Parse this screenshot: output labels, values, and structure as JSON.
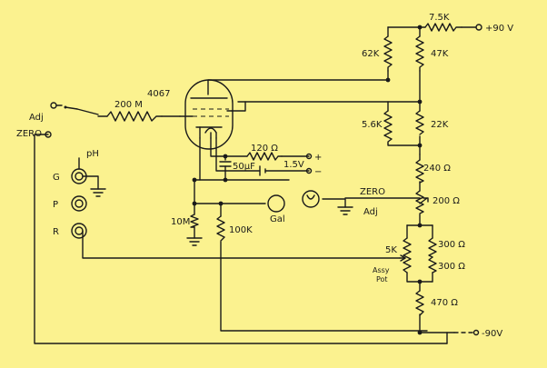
{
  "labels": {
    "supply_pos": "+90 V",
    "supply_neg": "-90V",
    "r_7_5k": "7.5K",
    "r_62k": "62K",
    "r_47k": "47K",
    "tube": "4067",
    "r_5_6k": "5.6K",
    "r_22k": "22K",
    "adj_top": "Adj",
    "zero_left": "ZERO",
    "r_200m": "200 M",
    "ph": "pH",
    "g": "G",
    "p": "P",
    "r": "R",
    "r_120": "120 Ω",
    "batt_pos": "+",
    "batt_neg": "−",
    "cap_50uf": "50μF",
    "batt_v": "1.5V",
    "r_240": "240 Ω",
    "zero_right": "ZERO",
    "adj_right": "Adj",
    "r_200": "200 Ω",
    "r_10m": "10M",
    "r_100k": "100K",
    "gal": "Gal",
    "r_5k": "5K",
    "assy_pot_1": "Assy",
    "assy_pot_2": "Pot",
    "r_300a": "300 Ω",
    "r_300b": "300 Ω",
    "r_470": "470 Ω"
  }
}
